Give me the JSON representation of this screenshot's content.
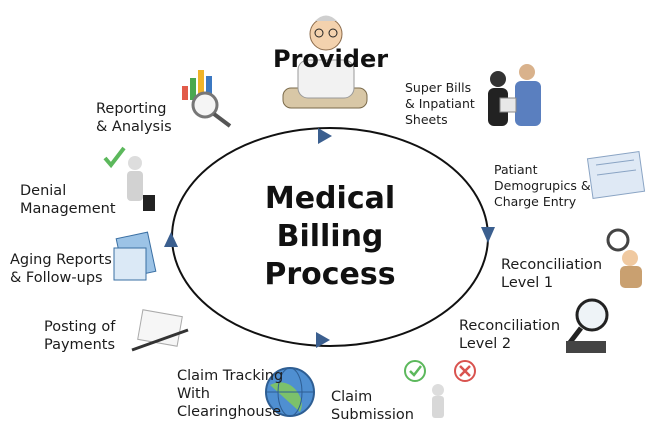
{
  "title": "Medical\nBilling\nProcess",
  "provider": "Provider",
  "steps": [
    {
      "id": "super-bills",
      "label": "Super Bills\n& Inpatiant\nSheets"
    },
    {
      "id": "patient-demographics",
      "label": "Patiant\nDemogrupics &\nCharge Entry"
    },
    {
      "id": "reconciliation-1",
      "label": "Reconciliation\nLevel 1"
    },
    {
      "id": "reconciliation-2",
      "label": "Reconciliation\nLevel 2"
    },
    {
      "id": "claim-submission",
      "label": "Claim\nSubmission"
    },
    {
      "id": "claim-tracking",
      "label": "Claim Tracking\nWith\nClearinghouse"
    },
    {
      "id": "posting-payments",
      "label": "Posting of\nPayments"
    },
    {
      "id": "aging-reports",
      "label": "Aging Reports\n& Follow-ups"
    },
    {
      "id": "denial-management",
      "label": "Denial\nManagement"
    },
    {
      "id": "reporting-analysis",
      "label": "Reporting\n& Analysis"
    }
  ],
  "colors": {
    "arrow": "#3b5f8f",
    "ellipse": "#111111",
    "check": "#5cb85c",
    "cross": "#d9534f"
  }
}
